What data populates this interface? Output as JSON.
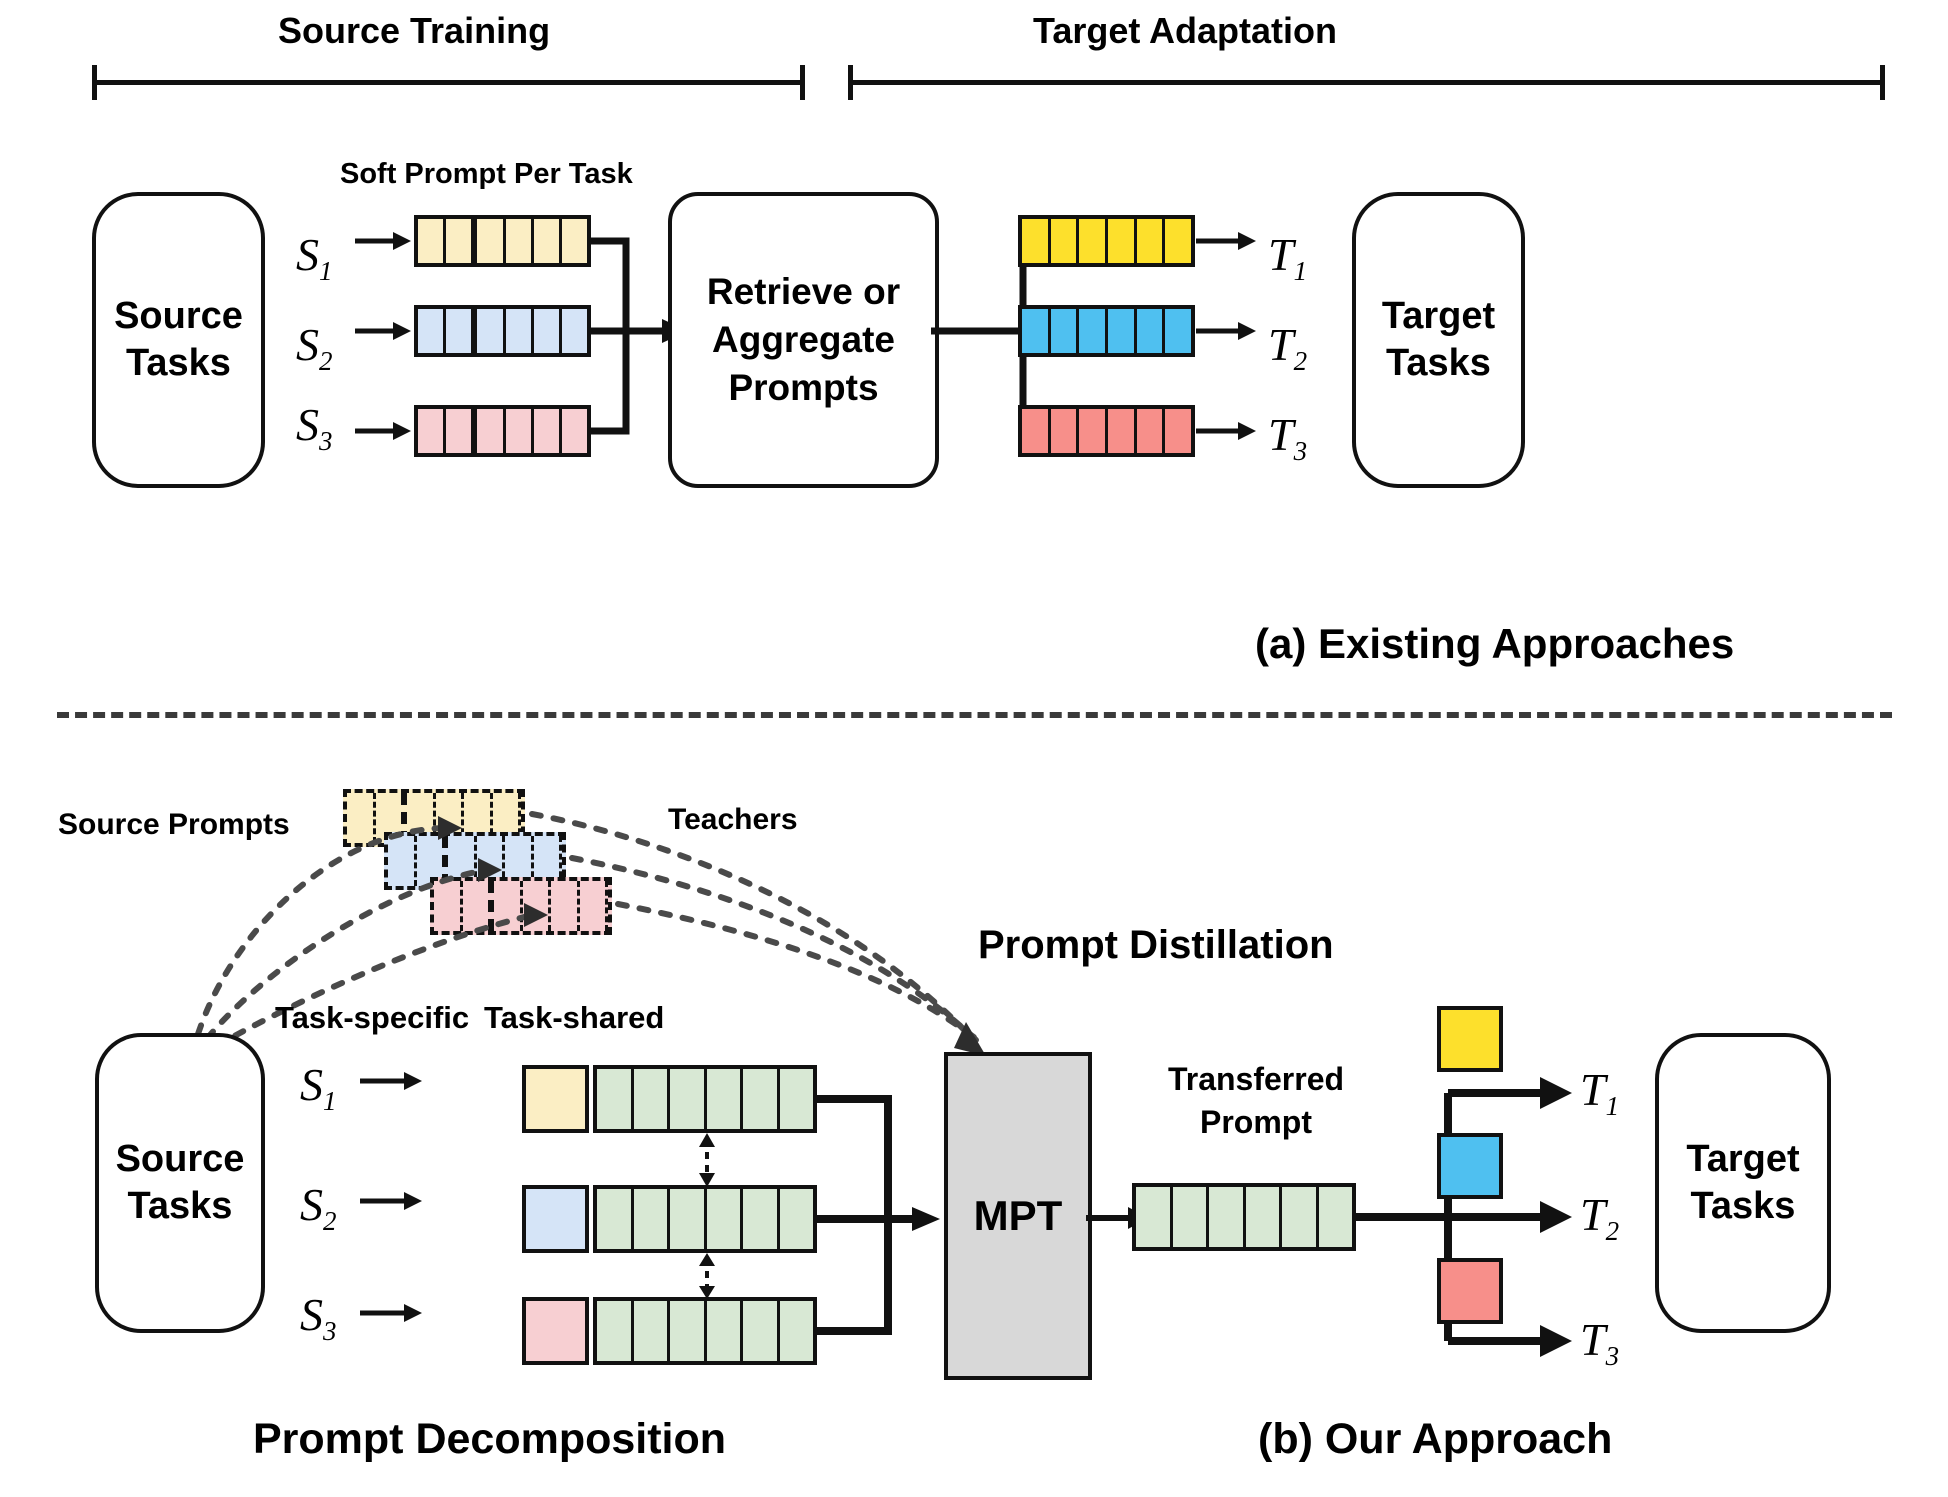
{
  "figure": {
    "phases": [
      {
        "id": "source-training",
        "label": "Source Training"
      },
      {
        "id": "target-adaptation",
        "label": "Target Adaptation"
      }
    ],
    "panel_a": {
      "caption": "(a) Existing Approaches",
      "source_box": "Source\nTasks",
      "source_box_line1": "Source",
      "source_box_line2": "Tasks",
      "target_box_line1": "Target",
      "target_box_line2": "Tasks",
      "prompt_header": "Soft Prompt Per Task",
      "center_box_line1": "Retrieve or",
      "center_box_line2": "Aggregate",
      "center_box_line3": "Prompts",
      "source_tasks": [
        {
          "sub": "1",
          "sym": "S",
          "color": "#fbeec4",
          "cells": 6,
          "thick_after": 2
        },
        {
          "sub": "2",
          "sym": "S",
          "color": "#d5e4f7",
          "cells": 6,
          "thick_after": 2
        },
        {
          "sub": "3",
          "sym": "S",
          "color": "#f7cfd2",
          "cells": 6,
          "thick_after": 2
        }
      ],
      "target_tasks": [
        {
          "sub": "1",
          "sym": "T",
          "color": "#fde02c",
          "cells": 6
        },
        {
          "sub": "2",
          "sym": "T",
          "color": "#4fc0f0",
          "cells": 6
        },
        {
          "sub": "3",
          "sym": "T",
          "color": "#f78f8a",
          "cells": 6
        }
      ]
    },
    "panel_b": {
      "caption": "(b) Our Approach",
      "source_prompts_label": "Source Prompts",
      "teachers_label": "Teachers",
      "prompt_distillation_label": "Prompt Distillation",
      "prompt_decomposition_label": "Prompt Decomposition",
      "task_specific_label": "Task-specific",
      "task_shared_label": "Task-shared",
      "transferred_prompt_line1": "Transferred",
      "transferred_prompt_line2": "Prompt",
      "mpt_label": "MPT",
      "source_box_line1": "Source",
      "source_box_line2": "Tasks",
      "target_box_line1": "Target",
      "target_box_line2": "Tasks",
      "teacher_prompts": [
        {
          "color": "#fbeec4",
          "cells": 6,
          "thick_after": 2
        },
        {
          "color": "#d5e4f7",
          "cells": 6,
          "thick_after": 2
        },
        {
          "color": "#f7cfd2",
          "cells": 6,
          "thick_after": 2
        }
      ],
      "decomposed_rows": [
        {
          "sub": "1",
          "sym": "S",
          "specific_color": "#fbeec4",
          "shared_color": "#d8e8d4",
          "shared_cells": 6
        },
        {
          "sub": "2",
          "sym": "S",
          "specific_color": "#d5e4f7",
          "shared_color": "#d8e8d4",
          "shared_cells": 6
        },
        {
          "sub": "3",
          "sym": "S",
          "specific_color": "#f7cfd2",
          "shared_color": "#d8e8d4",
          "shared_cells": 6
        }
      ],
      "transferred_cells": 6,
      "transferred_color": "#d8e8d4",
      "target_rows": [
        {
          "sub": "1",
          "sym": "T",
          "color": "#fde02c"
        },
        {
          "sub": "2",
          "sym": "T",
          "color": "#4fc0f0"
        },
        {
          "sub": "3",
          "sym": "T",
          "color": "#f78f8a"
        }
      ]
    },
    "colors": {
      "pale_yellow": "#fbeec4",
      "pale_blue": "#d5e4f7",
      "pale_red": "#f7cfd2",
      "pale_green": "#d8e8d4",
      "bright_yellow": "#fde02c",
      "bright_blue": "#4fc0f0",
      "bright_red": "#f78f8a",
      "gray_box": "#d8d8d8",
      "ink": "#111111"
    }
  }
}
